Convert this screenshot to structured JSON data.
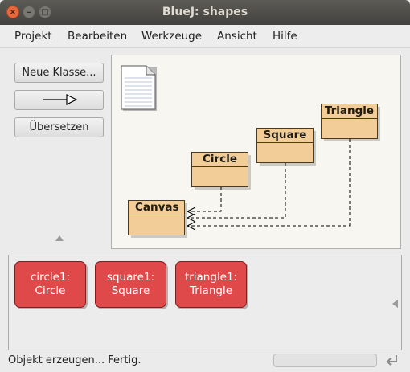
{
  "window": {
    "title": "BlueJ:  shapes",
    "close_glyph": "×",
    "minimize_glyph": "–",
    "maximize_glyph": "□"
  },
  "menu": [
    {
      "label": "Projekt"
    },
    {
      "label": "Bearbeiten"
    },
    {
      "label": "Werkzeuge"
    },
    {
      "label": "Ansicht"
    },
    {
      "label": "Hilfe"
    }
  ],
  "toolbar": {
    "new_class_label": "Neue Klasse...",
    "inherit_arrow_icon": "inheritance-arrow-icon",
    "compile_label": "Übersetzen"
  },
  "diagram": {
    "readme_icon": "readme-document-icon",
    "classes": [
      {
        "name": "Canvas"
      },
      {
        "name": "Circle"
      },
      {
        "name": "Square"
      },
      {
        "name": "Triangle"
      }
    ],
    "dependency_color": "#000000",
    "class_fill": "#f2cd97"
  },
  "bench": {
    "object_color": "#e0494a",
    "objects": [
      {
        "instance": "circle1:",
        "type": "Circle"
      },
      {
        "instance": "square1:",
        "type": "Square"
      },
      {
        "instance": "triangle1:",
        "type": "Triangle"
      }
    ]
  },
  "status": {
    "message": "Objekt erzeugen... Fertig.",
    "reset_icon": "reset-arrow-icon"
  }
}
